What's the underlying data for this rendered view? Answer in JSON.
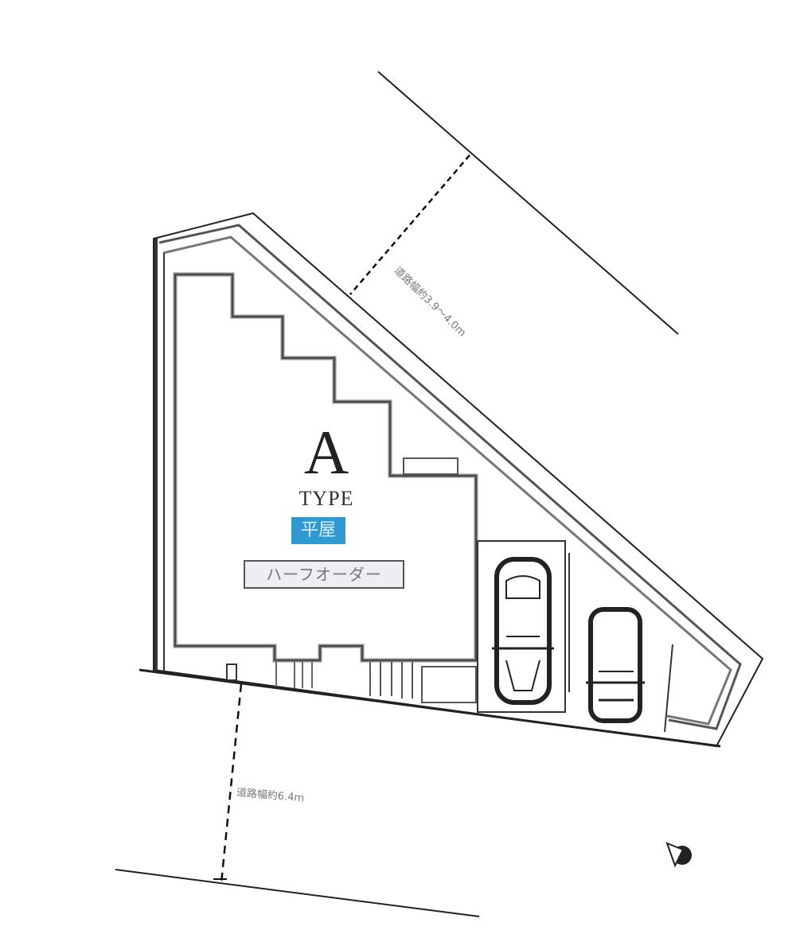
{
  "plan": {
    "type_letter": "A",
    "type_label": "TYPE",
    "floor_badge": "平屋",
    "order_badge": "ハーフオーダー",
    "colors": {
      "badge_blue": "#2f9ad2",
      "line": "#333333",
      "wall_gray": "#888888",
      "order_bg": "#eceef2"
    }
  },
  "roads": {
    "top_width": "道路幅約3.9～4.0m",
    "bottom_width": "道路幅約6.4m"
  },
  "icons": {
    "compass": "north-arrow-icon",
    "cars": [
      "car-icon",
      "car-icon"
    ]
  }
}
